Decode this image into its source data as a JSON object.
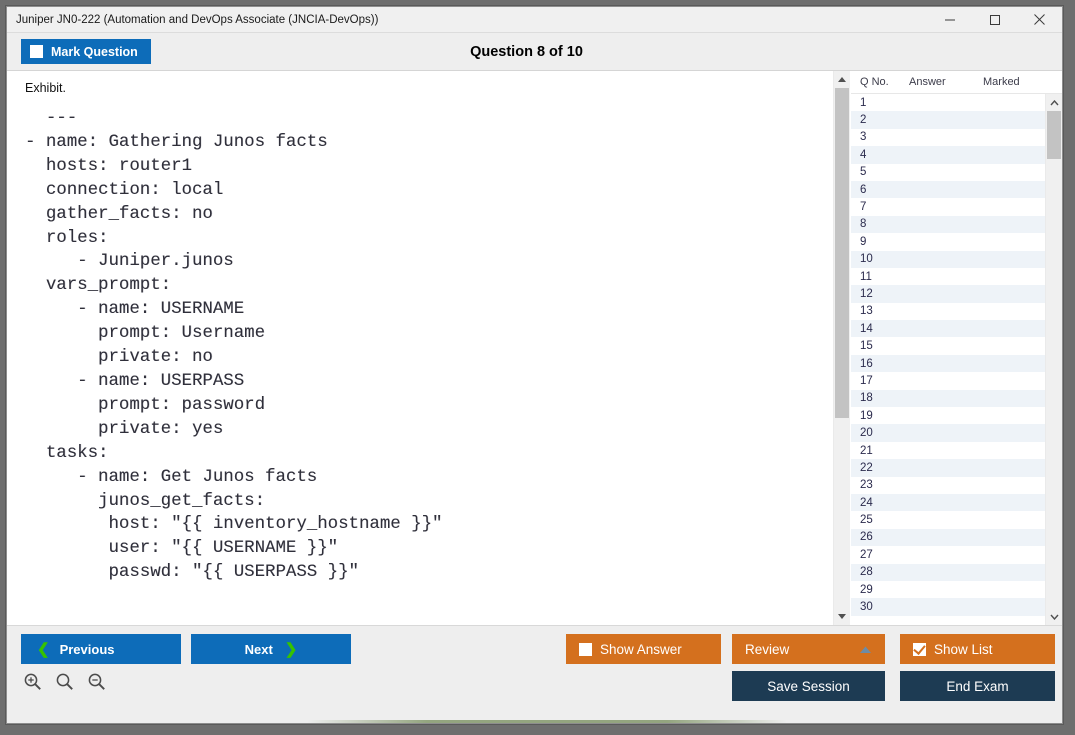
{
  "window": {
    "title": "Juniper JN0-222 (Automation and DevOps Associate (JNCIA-DevOps))",
    "minimize_label": "minimize-icon",
    "maximize_label": "maximize-icon",
    "close_label": "close-icon"
  },
  "header": {
    "mark_question_label": "Mark Question",
    "mark_question_checked": false,
    "question_counter": "Question 8 of 10"
  },
  "exhibit": {
    "label": "Exhibit.",
    "code": "  ---\n- name: Gathering Junos facts\n  hosts: router1\n  connection: local\n  gather_facts: no\n  roles:\n     - Juniper.junos\n  vars_prompt:\n     - name: USERNAME\n       prompt: Username\n       private: no\n     - name: USERPASS\n       prompt: password\n       private: yes\n  tasks:\n     - name: Get Junos facts\n       junos_get_facts:\n        host: \"{{ inventory_hostname }}\"\n        user: \"{{ USERNAME }}\"\n        passwd: \"{{ USERPASS }}\""
  },
  "question_list": {
    "columns": [
      "Q No.",
      "Answer",
      "Marked"
    ],
    "rows": [
      {
        "qno": "1",
        "answer": "",
        "marked": ""
      },
      {
        "qno": "2",
        "answer": "",
        "marked": ""
      },
      {
        "qno": "3",
        "answer": "",
        "marked": ""
      },
      {
        "qno": "4",
        "answer": "",
        "marked": ""
      },
      {
        "qno": "5",
        "answer": "",
        "marked": ""
      },
      {
        "qno": "6",
        "answer": "",
        "marked": ""
      },
      {
        "qno": "7",
        "answer": "",
        "marked": ""
      },
      {
        "qno": "8",
        "answer": "",
        "marked": ""
      },
      {
        "qno": "9",
        "answer": "",
        "marked": ""
      },
      {
        "qno": "10",
        "answer": "",
        "marked": ""
      },
      {
        "qno": "11",
        "answer": "",
        "marked": ""
      },
      {
        "qno": "12",
        "answer": "",
        "marked": ""
      },
      {
        "qno": "13",
        "answer": "",
        "marked": ""
      },
      {
        "qno": "14",
        "answer": "",
        "marked": ""
      },
      {
        "qno": "15",
        "answer": "",
        "marked": ""
      },
      {
        "qno": "16",
        "answer": "",
        "marked": ""
      },
      {
        "qno": "17",
        "answer": "",
        "marked": ""
      },
      {
        "qno": "18",
        "answer": "",
        "marked": ""
      },
      {
        "qno": "19",
        "answer": "",
        "marked": ""
      },
      {
        "qno": "20",
        "answer": "",
        "marked": ""
      },
      {
        "qno": "21",
        "answer": "",
        "marked": ""
      },
      {
        "qno": "22",
        "answer": "",
        "marked": ""
      },
      {
        "qno": "23",
        "answer": "",
        "marked": ""
      },
      {
        "qno": "24",
        "answer": "",
        "marked": ""
      },
      {
        "qno": "25",
        "answer": "",
        "marked": ""
      },
      {
        "qno": "26",
        "answer": "",
        "marked": ""
      },
      {
        "qno": "27",
        "answer": "",
        "marked": ""
      },
      {
        "qno": "28",
        "answer": "",
        "marked": ""
      },
      {
        "qno": "29",
        "answer": "",
        "marked": ""
      },
      {
        "qno": "30",
        "answer": "",
        "marked": ""
      }
    ]
  },
  "footer": {
    "previous_label": "Previous",
    "next_label": "Next",
    "show_answer_label": "Show Answer",
    "show_answer_checked": false,
    "review_label": "Review",
    "show_list_label": "Show List",
    "show_list_checked": true,
    "save_session_label": "Save Session",
    "end_exam_label": "End Exam",
    "zoom_in_label": "zoom-in-icon",
    "zoom_reset_label": "zoom-icon",
    "zoom_out_label": "zoom-out-icon"
  },
  "colors": {
    "primary_blue": "#0d6cb9",
    "accent_orange": "#d4701e",
    "navy": "#1d3b53",
    "chevron_green": "#36c300",
    "row_alt": "#eef3f8"
  }
}
